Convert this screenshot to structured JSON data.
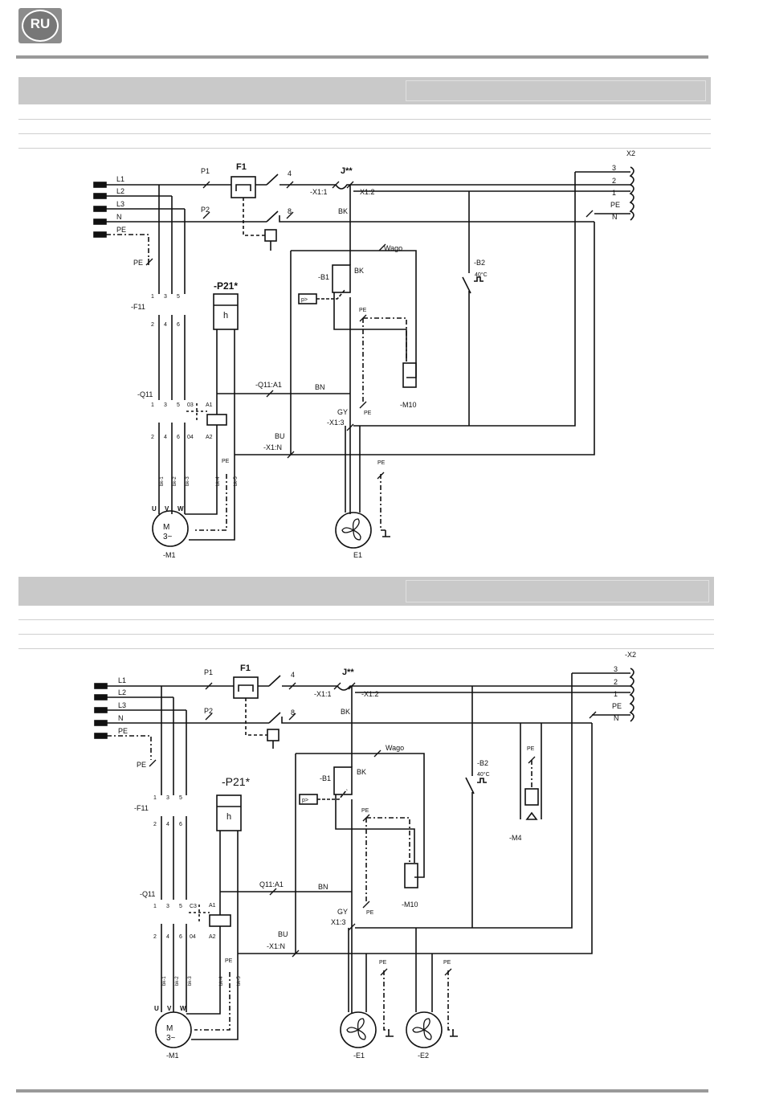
{
  "badge": {
    "label": "RU"
  },
  "diagram1": {
    "lines": [
      "L1",
      "L2",
      "L3",
      "N",
      "PE"
    ],
    "p1": "P1",
    "p2": "P2",
    "f1": "F1",
    "t4": "4",
    "t8": "8",
    "jstar": "J**",
    "x1_1": "-X1:1",
    "x1_2": "X1:2",
    "bk": "BK",
    "bk2": "BK",
    "bn": "BN",
    "bu": "BU",
    "gy": "GY",
    "x2": "X2",
    "x2_terms": [
      "3",
      "2",
      "1",
      "PE",
      "N"
    ],
    "wago": "Wago",
    "b1": "-B1",
    "b2": "-B2",
    "b2_temp": "40°C",
    "p21": "-P21*",
    "h": "h",
    "pe_left": "PE",
    "pe_b1": "PE",
    "pe_m10": "PE",
    "pe_e1": "PE",
    "pe_m1": "PE",
    "f11": "-F11",
    "f11_top": [
      "1",
      "3",
      "5"
    ],
    "f11_bot": [
      "2",
      "4",
      "6"
    ],
    "q11": "-Q11",
    "q11_top": [
      "1",
      "3",
      "5",
      "03"
    ],
    "q11_bot": [
      "2",
      "4",
      "6",
      "04"
    ],
    "a1": "A1",
    "a2": "A2",
    "q11a1": "-Q11:A1",
    "x1_3": "-X1:3",
    "x1_n": "-X1:N",
    "m10": "-M10",
    "wires": [
      "bk-1",
      "bk-2",
      "bk-3",
      "bk-4",
      "bk-5"
    ],
    "uvw": [
      "U",
      "V",
      "W"
    ],
    "m1": "-M1",
    "m1_sym": "M",
    "m1_sym2": "3~",
    "e1": "E1"
  },
  "diagram2": {
    "lines": [
      "L1",
      "L2",
      "L3",
      "N",
      "PE"
    ],
    "p1": "P1",
    "p2": "P2",
    "f1": "F1",
    "t4": "4",
    "t8": "8",
    "jstar": "J**",
    "x1_1": "-X1:1",
    "x1_2": "-X1:2",
    "bk": "BK",
    "bk2": "BK",
    "bn": "BN",
    "bu": "BU",
    "gy": "GY",
    "x2": "-X2",
    "x2_terms": [
      "3",
      "2",
      "1",
      "PE",
      "N"
    ],
    "wago": "Wago",
    "b1": "-B1",
    "b2": "-B2",
    "b2_temp": "40°C",
    "p21": "-P21*",
    "h": "h",
    "pe_left": "PE",
    "pe_b1": "PE",
    "pe_m10": "PE",
    "pe_m4": "PE",
    "pe_e1": "PE",
    "pe_e2": "PE",
    "pe_m1": "PE",
    "f11": "-F11",
    "f11_top": [
      "1",
      "3",
      "5"
    ],
    "f11_bot": [
      "2",
      "4",
      "6"
    ],
    "q11": "-Q11",
    "q11_top": [
      "1",
      "3",
      "5",
      "C3"
    ],
    "q11_bot": [
      "2",
      "4",
      "6",
      "04"
    ],
    "a1": "A1",
    "a2": "A2",
    "q11a1": "Q11:A1",
    "x1_3": "X1:3",
    "x1_n": "-X1:N",
    "m10": "-M10",
    "m4": "-M4",
    "wires": [
      "bk-1",
      "bk-2",
      "bk-3",
      "bk-4",
      "bk-5"
    ],
    "uvw": [
      "U",
      "V",
      "W"
    ],
    "m1": "-M1",
    "m1_sym": "M",
    "m1_sym2": "3~",
    "e1": "-E1",
    "e2": "-E2"
  }
}
